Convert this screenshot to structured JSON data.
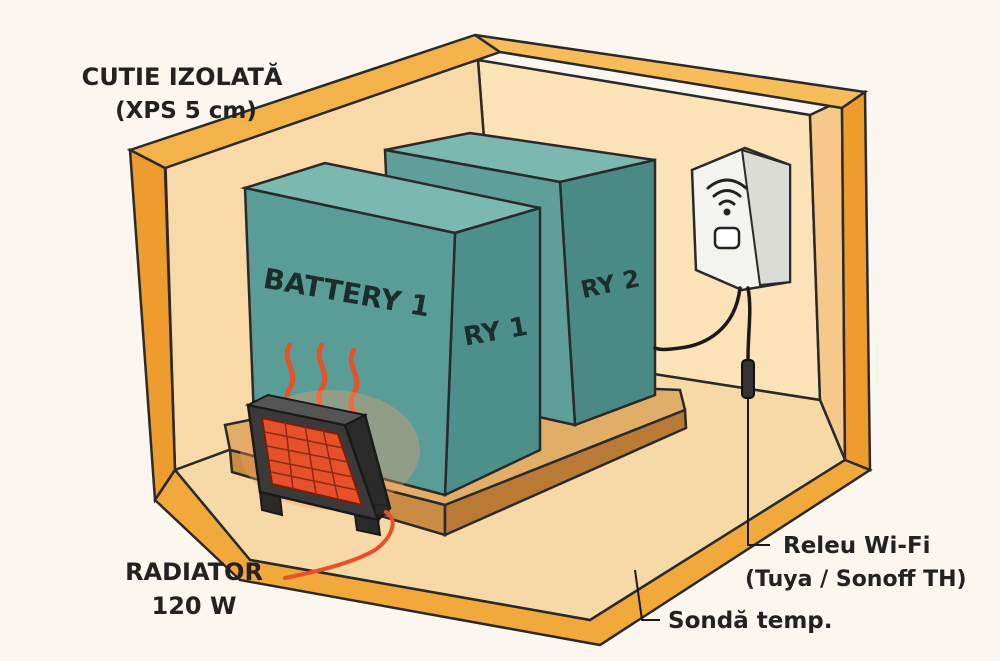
{
  "labels": {
    "box_title": "CUTIE IZOLATĂ",
    "box_subtitle": "(XPS 5 cm)",
    "battery1_front": "BATTERY 1",
    "battery1_side": "RY 1",
    "battery2_side": "RY 2",
    "radiator_name": "RADIATOR",
    "radiator_power": "120 W",
    "relay_name": "Releu Wi-Fi",
    "relay_model": "(Tuya / Sonoff TH)",
    "probe": "Sondă temp."
  },
  "colors": {
    "box_wall": "#f2a93b",
    "box_inner": "#f9ddb0",
    "box_floor": "#f6d9a6",
    "battery_front": "#5a9d97",
    "battery_side": "#4a8a84",
    "battery_top": "#7bb8b0",
    "pallet": "#d9a35c",
    "radiator_grill": "#e8502a",
    "heat_waves": "#e8502a",
    "relay_body": "#f3f3ef",
    "cable": "#222222"
  },
  "icons": {
    "relay_signal": "wifi-icon",
    "heat": "heat-waves-icon"
  }
}
